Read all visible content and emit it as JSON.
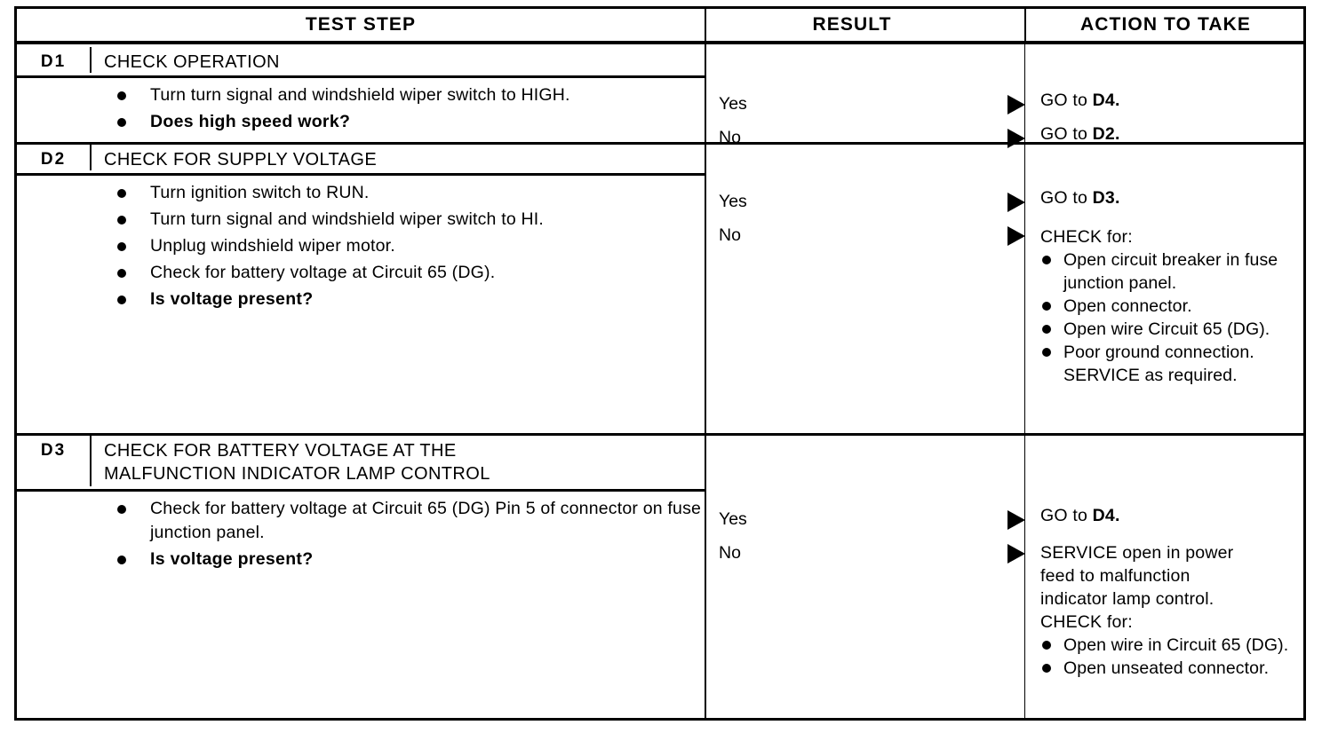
{
  "table": {
    "headers": {
      "test_step": "TEST STEP",
      "result": "RESULT",
      "arrow_icon": "triangle-right-icon",
      "action_to_take": "ACTION TO TAKE"
    },
    "sections": [
      {
        "id": "D1",
        "title": "CHECK OPERATION",
        "steps": [
          {
            "text": "Turn turn signal and windshield wiper switch to HIGH.",
            "bold": false
          },
          {
            "text": "Does high speed work?",
            "bold": true
          }
        ],
        "results": [
          {
            "label": "Yes",
            "arrow": "triangle-right-icon"
          },
          {
            "label": "No",
            "arrow": "triangle-right-icon"
          }
        ],
        "actions": [
          {
            "lines": [
              {
                "text": "GO to ",
                "strong": "D4."
              }
            ],
            "bullets": []
          },
          {
            "lines": [
              {
                "text": "GO to ",
                "strong": "D2."
              }
            ],
            "bullets": []
          }
        ]
      },
      {
        "id": "D2",
        "title": "CHECK FOR SUPPLY VOLTAGE",
        "steps": [
          {
            "text": "Turn ignition switch to RUN.",
            "bold": false
          },
          {
            "text": "Turn turn signal and windshield wiper switch to HI.",
            "bold": false
          },
          {
            "text": "Unplug windshield wiper motor.",
            "bold": false
          },
          {
            "text": "Check for battery voltage at Circuit 65 (DG).",
            "bold": false
          },
          {
            "text": "Is voltage present?",
            "bold": true
          }
        ],
        "results": [
          {
            "label": "Yes",
            "arrow": "triangle-right-icon"
          },
          {
            "label": "No",
            "arrow": "triangle-right-icon"
          }
        ],
        "actions": [
          {
            "lines": [
              {
                "text": "GO to ",
                "strong": "D3."
              }
            ],
            "bullets": []
          },
          {
            "lines": [
              {
                "text": "CHECK for:",
                "strong": ""
              }
            ],
            "bullets": [
              "Open circuit breaker in fuse junction panel.",
              "Open connector.",
              "Open wire Circuit 65 (DG).",
              "Poor ground connection. SERVICE as required."
            ]
          }
        ]
      },
      {
        "id": "D3",
        "title": "CHECK FOR BATTERY VOLTAGE AT THE MALFUNCTION INDICATOR LAMP CONTROL",
        "title_line1": "CHECK FOR BATTERY VOLTAGE AT THE",
        "title_line2": "MALFUNCTION INDICATOR LAMP CONTROL",
        "steps": [
          {
            "text": "Check for battery voltage at Circuit 65 (DG) Pin 5 of connector on fuse junction panel.",
            "bold": false
          },
          {
            "text": "Is voltage present?",
            "bold": true
          }
        ],
        "results": [
          {
            "label": "Yes",
            "arrow": "triangle-right-icon"
          },
          {
            "label": "No",
            "arrow": "triangle-right-icon"
          }
        ],
        "actions": [
          {
            "lines": [
              {
                "text": "GO to ",
                "strong": "D4."
              }
            ],
            "bullets": []
          },
          {
            "lines": [
              {
                "text": "SERVICE open in power",
                "strong": ""
              },
              {
                "text": "feed to malfunction",
                "strong": ""
              },
              {
                "text": "indicator lamp control.",
                "strong": ""
              },
              {
                "text": "CHECK for:",
                "strong": ""
              }
            ],
            "bullets": [
              "Open wire in Circuit 65 (DG).",
              "Open unseated connector."
            ]
          }
        ]
      }
    ]
  },
  "colors": {
    "ink": "#000000",
    "paper": "#ffffff"
  }
}
